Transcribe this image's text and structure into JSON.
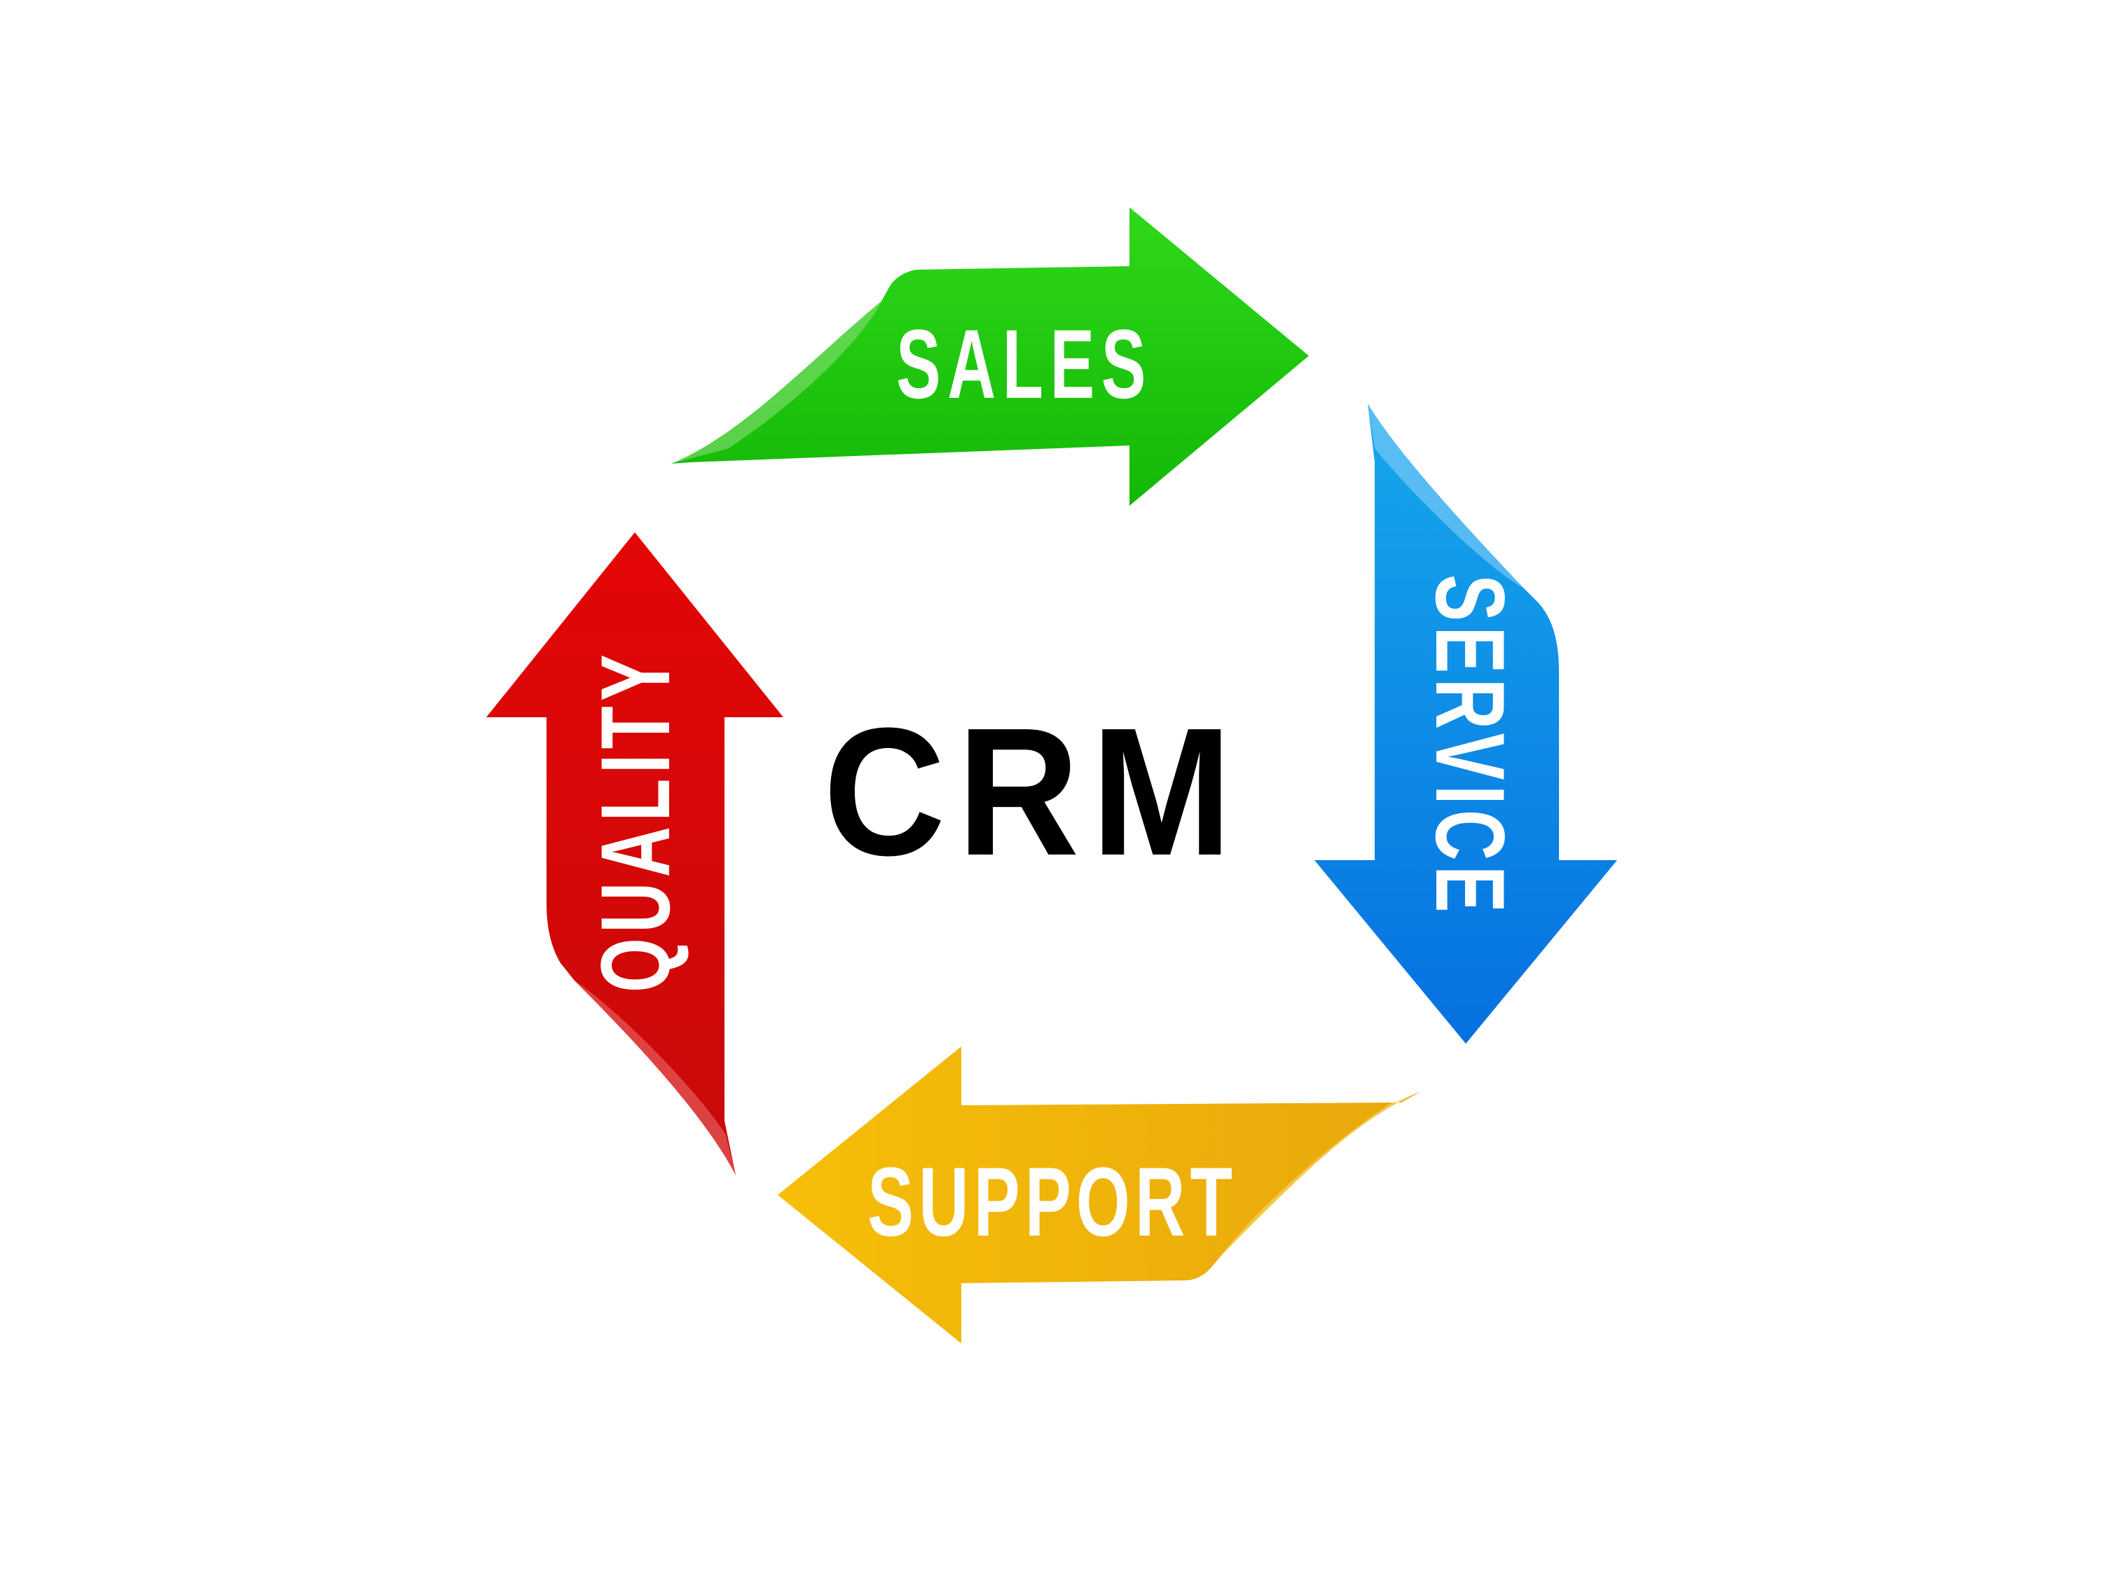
{
  "center": {
    "label": "CRM"
  },
  "arrows": {
    "sales": {
      "label": "SALES",
      "color": "#1fcc0a",
      "direction": "right"
    },
    "service": {
      "label": "SERVICE",
      "color": "#0a8ee8",
      "direction": "down"
    },
    "support": {
      "label": "SUPPORT",
      "color": "#f2b00a",
      "direction": "left"
    },
    "quality": {
      "label": "QUALITY",
      "color": "#df0808",
      "direction": "up"
    }
  }
}
